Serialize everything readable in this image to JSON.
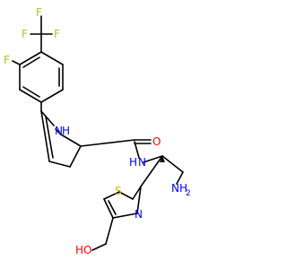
{
  "colors": {
    "bond": "#000000",
    "fluorine": "#9acd32",
    "nitrogen": "#0000ff",
    "oxygen": "#ff0000",
    "sulfur": "#c8b400",
    "background": "#ffffff"
  },
  "atoms": {
    "f1": "F",
    "f2": "F",
    "f3": "F",
    "f4": "F",
    "nh_pyrrole": "H",
    "n_pyrrole": "N",
    "o_amide": "O",
    "n_amide": "N",
    "h_amide": "H",
    "nh2_n": "NH",
    "nh2_sub": "2",
    "s_thiazole": "S",
    "n_thiazole": "N",
    "oh_h": "HO"
  }
}
